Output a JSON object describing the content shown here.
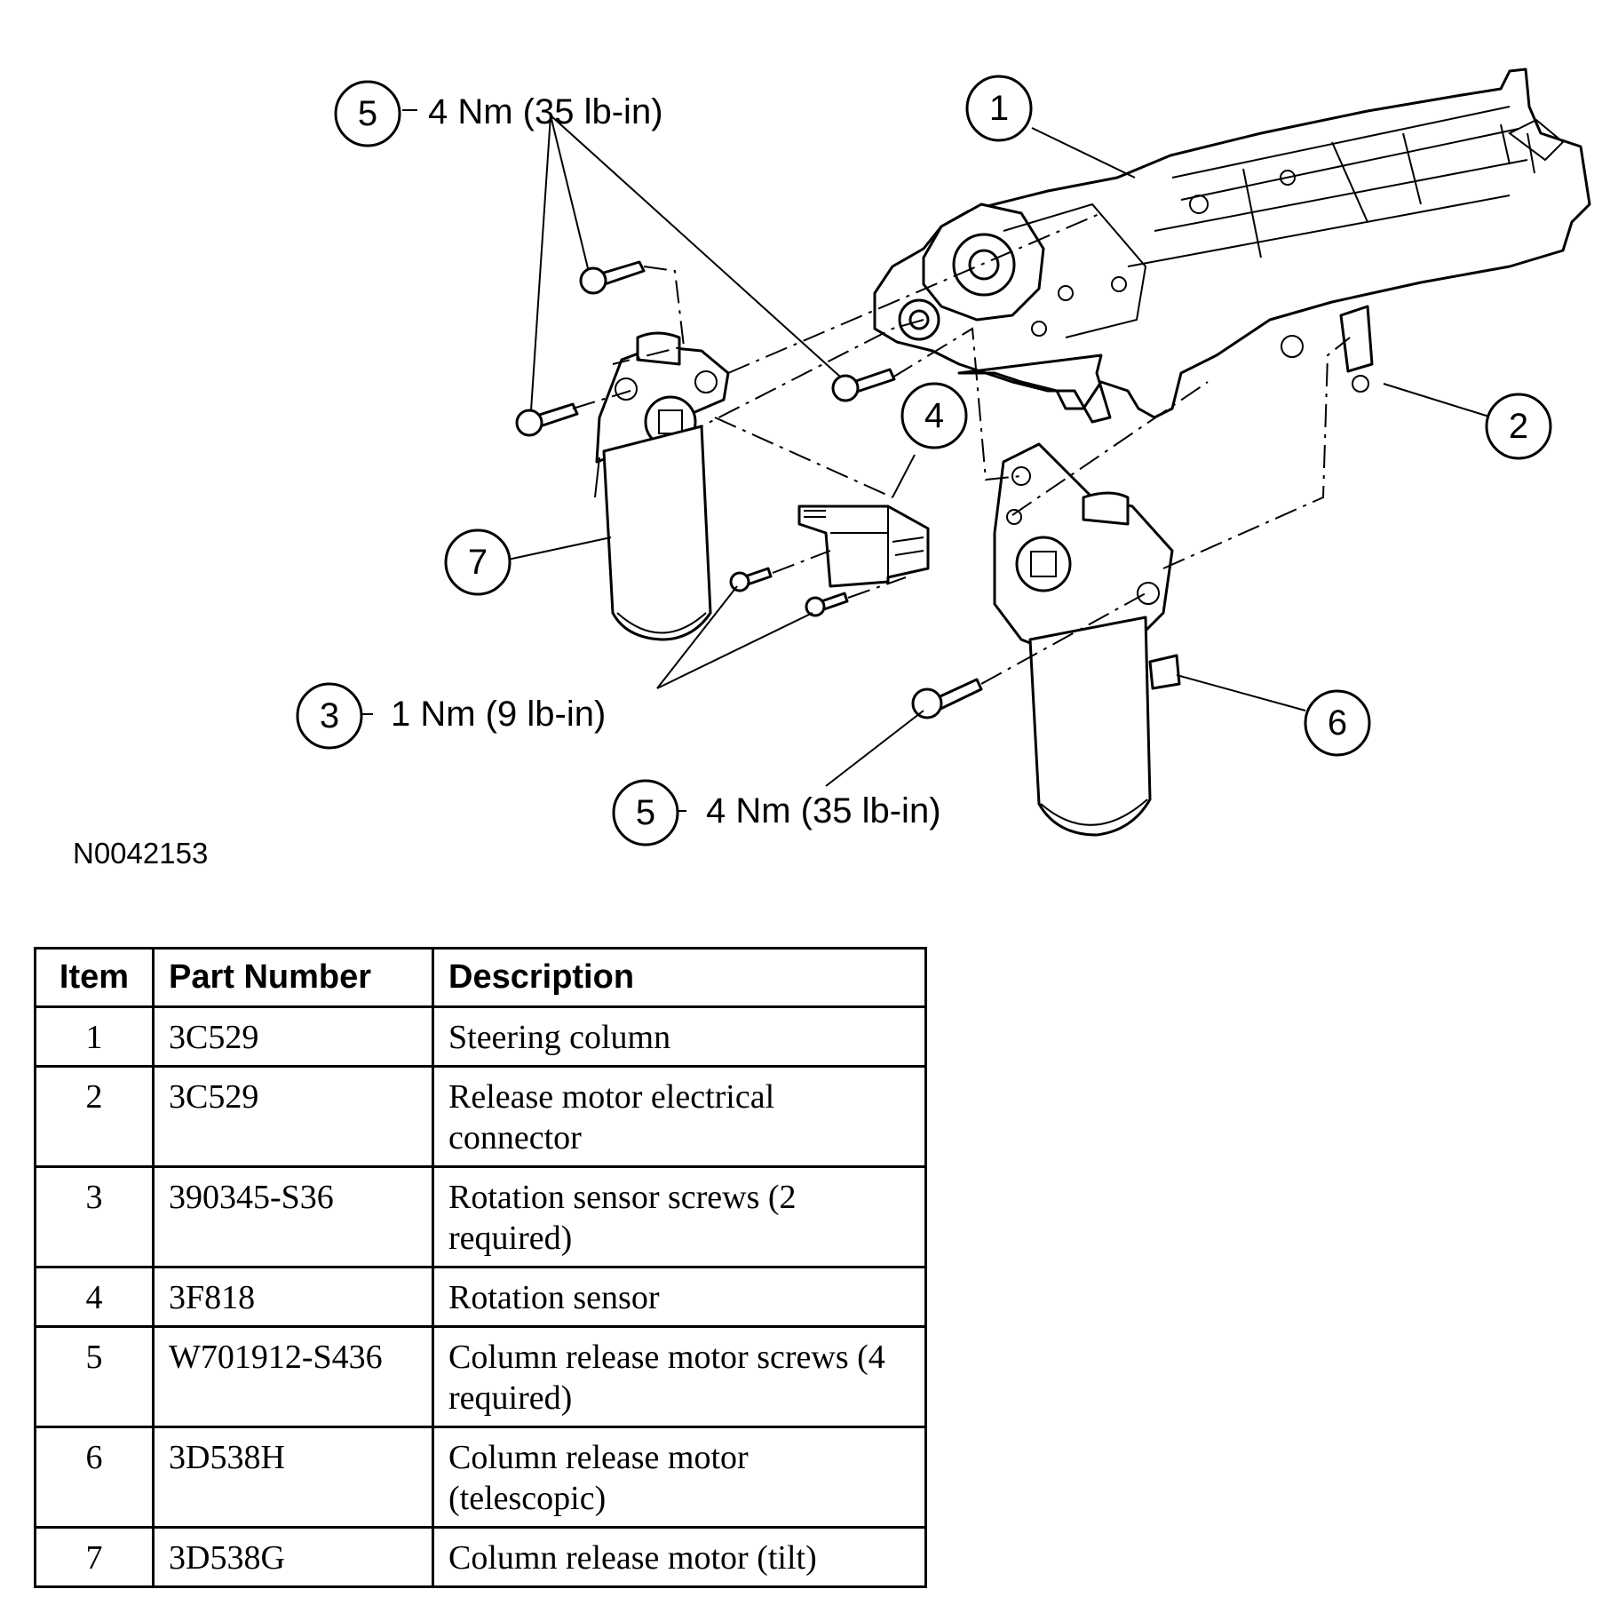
{
  "figure_id": "N0042153",
  "callouts": {
    "c1": "1",
    "c2": "2",
    "c3": "3",
    "c4": "4",
    "c5a": "5",
    "c5b": "5",
    "c6": "6",
    "c7": "7"
  },
  "torques": {
    "t5a": "4 Nm (35 lb-in)",
    "t3": "1 Nm (9 lb-in)",
    "t5b": "4 Nm (35 lb-in)"
  },
  "table": {
    "headers": {
      "item": "Item",
      "part": "Part Number",
      "desc": "Description"
    },
    "rows": [
      {
        "item": "1",
        "part": "3C529",
        "desc": "Steering column"
      },
      {
        "item": "2",
        "part": "3C529",
        "desc": "Release motor electrical connector"
      },
      {
        "item": "3",
        "part": "390345-S36",
        "desc": "Rotation sensor screws (2 required)"
      },
      {
        "item": "4",
        "part": "3F818",
        "desc": "Rotation sensor"
      },
      {
        "item": "5",
        "part": "W701912-S436",
        "desc": "Column release motor screws (4 required)"
      },
      {
        "item": "6",
        "part": "3D538H",
        "desc": "Column release motor (telescopic)"
      },
      {
        "item": "7",
        "part": "3D538G",
        "desc": "Column release motor (tilt)"
      }
    ]
  }
}
